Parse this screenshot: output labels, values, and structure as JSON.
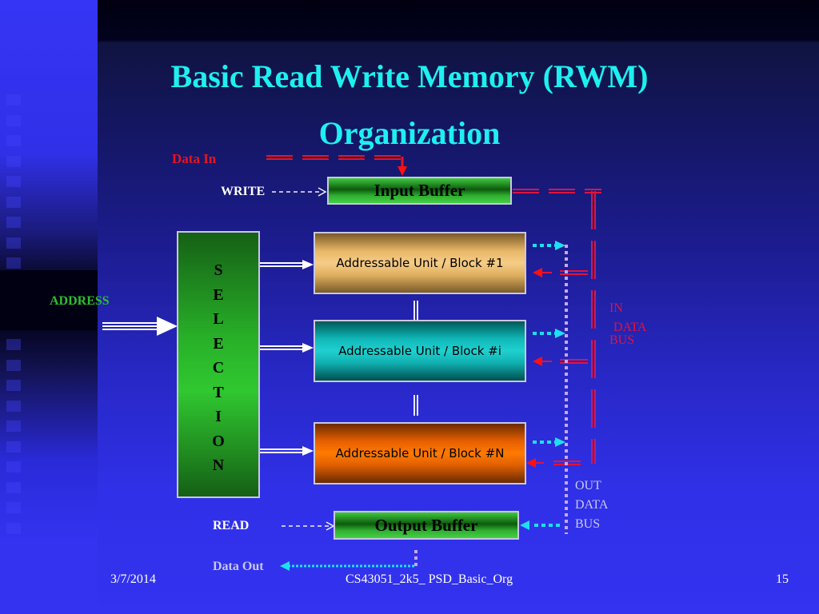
{
  "slide": {
    "title_line1": "Basic Read Write Memory (RWM)",
    "title_line2": "Organization",
    "colors": {
      "title": "#1ef0f0",
      "data_in": "#e8141e",
      "address": "#2ec02e",
      "in_bus": "#e0143c",
      "out_bus": "#c8c8f0",
      "out_link": "#1ee0f0"
    }
  },
  "diagram": {
    "data_in_label": "Data  In",
    "write_label": "WRITE",
    "read_label": "READ",
    "data_out_label": "Data  Out",
    "address_label": "ADDRESS",
    "input_buffer": "Input Buffer",
    "output_buffer": "Output Buffer",
    "selection_letters": [
      "S",
      "E",
      "L",
      "E",
      "C",
      "T",
      "I",
      "O",
      "N"
    ],
    "units": [
      {
        "label": "Addressable Unit / Block #1"
      },
      {
        "label": "Addressable Unit / Block #i"
      },
      {
        "label": "Addressable Unit / Block #N"
      }
    ],
    "in_bus_label": {
      "line1": "IN",
      "line2": "DATA",
      "line3": "BUS"
    },
    "out_bus_label": {
      "line1": "OUT",
      "line2": "DATA",
      "line3": "BUS"
    }
  },
  "footer": {
    "date": "3/7/2014",
    "course": "CS43051_2k5_ PSD_Basic_Org",
    "page_number": "15"
  }
}
